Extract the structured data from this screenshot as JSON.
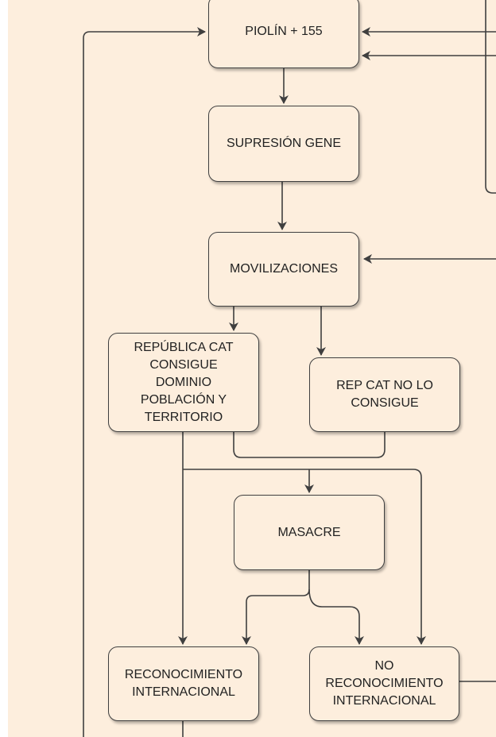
{
  "colors": {
    "background": "#fdeedd",
    "node_fill": "#fdeedd",
    "stroke": "#3f3f3f",
    "text": "#222222"
  },
  "nodes": {
    "piolin": "PIOLÍN + 155",
    "supresion": "SUPRESIÓN GENE",
    "movilizaciones": "MOVILIZACIONES",
    "republica": "REPÚBLICA CAT\nCONSIGUE\nDOMINIO\nPOBLACIÓN Y\nTERRITORIO",
    "rep_no": "REP CAT NO LO\nCONSIGUE",
    "masacre": "MASACRE",
    "reconocimiento": "RECONOCIMIENTO\nINTERNACIONAL",
    "no_reconocimiento": "NO\nRECONOCIMIENTO\nINTERNACIONAL"
  }
}
